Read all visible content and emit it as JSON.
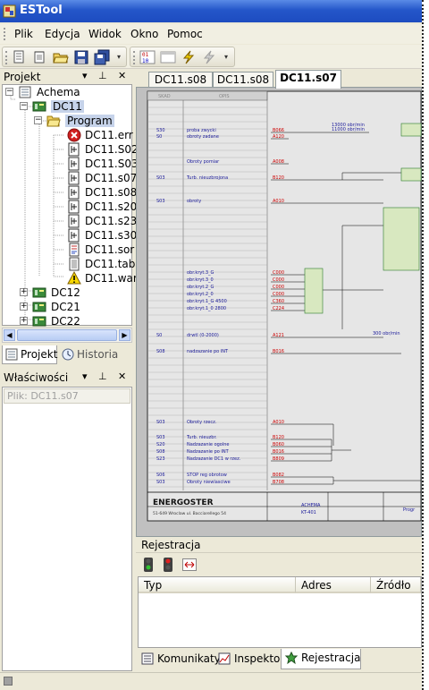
{
  "window": {
    "title": "ESTool"
  },
  "menu": {
    "items": [
      "Plik",
      "Edycja",
      "Widok",
      "Okno",
      "Pomoc"
    ]
  },
  "project_panel": {
    "title": "Projekt",
    "tree": {
      "root": "Achema",
      "project": "DC11",
      "folder": "Program",
      "files": [
        "DC11.err",
        "DC11.S02",
        "DC11.S03",
        "DC11.s07",
        "DC11.s08",
        "DC11.s20",
        "DC11.s23",
        "DC11.s30",
        "DC11.sor",
        "DC11.tab",
        "DC11.war"
      ],
      "siblings": [
        "DC12",
        "DC21",
        "DC22"
      ]
    },
    "tabs": [
      "Projekt",
      "Historia"
    ]
  },
  "properties_panel": {
    "title": "Właściwości",
    "field": "Plik: DC11.s07"
  },
  "doc_tabs": [
    "DC11.s08",
    "DC11.s08",
    "DC11.s07"
  ],
  "drawing": {
    "col_headers": [
      "SKAD",
      "OPIS"
    ],
    "rows": [
      {
        "code": "S30",
        "desc": "proba zwycki",
        "addr": "B066"
      },
      {
        "code": "S0",
        "desc": "obroty zadane",
        "addr": "A120"
      },
      {
        "code": "",
        "desc": "Obroty pomiar",
        "addr": "A008"
      },
      {
        "code": "S03",
        "desc": "Turb. nieuzbrojona",
        "addr": "B120"
      },
      {
        "code": "S03",
        "desc": "obroty",
        "addr": "A010"
      },
      {
        "code": "",
        "desc": "obr.kryt.3_G",
        "addr": "C000"
      },
      {
        "code": "",
        "desc": "obr.kryt.3_0",
        "addr": "C000"
      },
      {
        "code": "",
        "desc": "obr.kryt.2_G",
        "addr": "C000"
      },
      {
        "code": "",
        "desc": "obr.kryt.2_0",
        "addr": "C000"
      },
      {
        "code": "",
        "desc": "obr.kryt.1_G  4500",
        "addr": "C360"
      },
      {
        "code": "",
        "desc": "obr.kryt.1_0  2800",
        "addr": "C224"
      },
      {
        "code": "S0",
        "desc": "drwtl (0-2000)",
        "addr": "A121"
      },
      {
        "code": "S08",
        "desc": "nadzazanie po INT",
        "addr": "B016"
      },
      {
        "code": "S03",
        "desc": "Obroty rzecz.",
        "addr": "A010"
      },
      {
        "code": "S03",
        "desc": "Turb. nieuzbr.",
        "addr": "B120"
      },
      {
        "code": "S20",
        "desc": "Nadzazanie ogolne",
        "addr": "B060"
      },
      {
        "code": "S08",
        "desc": "Nadzazanie po INT",
        "addr": "B016"
      },
      {
        "code": "S23",
        "desc": "Nadzazanie DC1 w rzez.",
        "addr": "B809"
      },
      {
        "code": "S06",
        "desc": "STOP reg obrotow",
        "addr": "B082"
      },
      {
        "code": "S03",
        "desc": "Obroty niewlasciwe",
        "addr": "B708"
      }
    ],
    "annotations": [
      "13000 obr/min",
      "11000 obr/min",
      "300 obr/min"
    ],
    "footer": {
      "company": "ENERGOSTER",
      "address": "51-649 Wroclaw ul. Bacciarellego 54",
      "client": "ACHEMA",
      "unit": "KT-401",
      "label": "Progr"
    }
  },
  "registration": {
    "title": "Rejestracja",
    "columns": [
      "Typ",
      "Adres",
      "Źródło"
    ]
  },
  "bottom_tabs": [
    "Komunikaty",
    "Inspektor",
    "Rejestracja"
  ],
  "colors": {
    "titlebar": "#2456c9",
    "accent_red": "#cc0000",
    "wire": "#000000",
    "selected": "#316ac5"
  }
}
